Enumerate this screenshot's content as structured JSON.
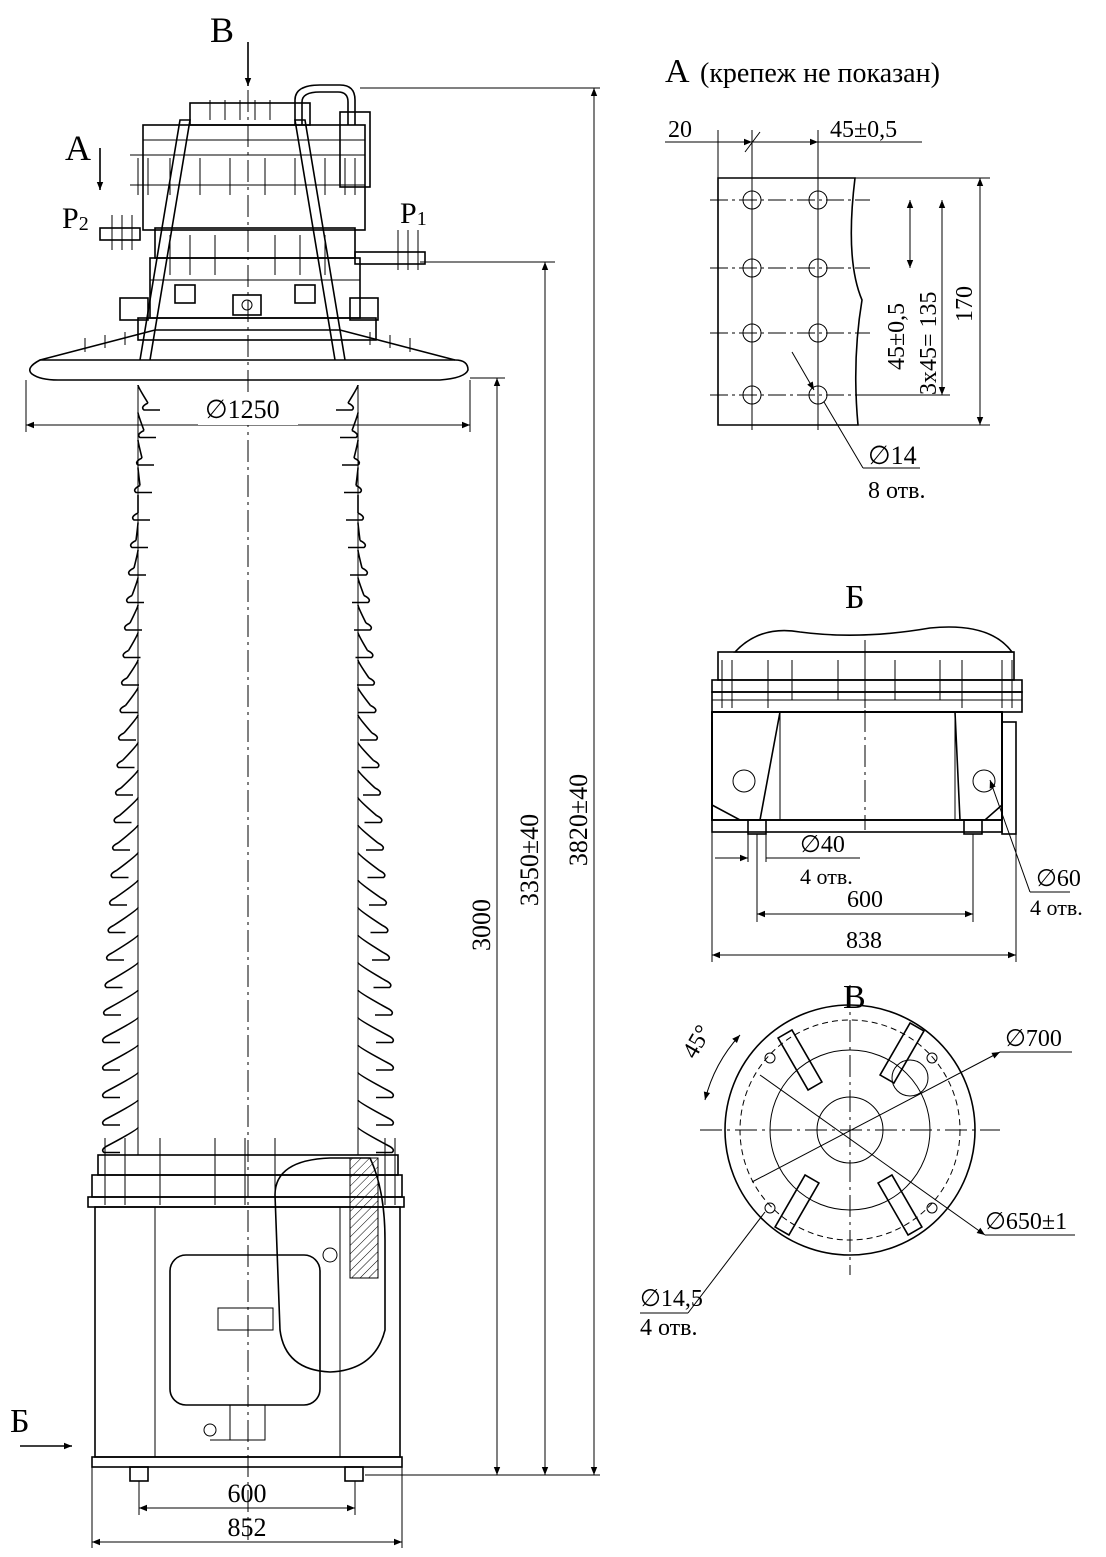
{
  "main_view": {
    "view_b_marker": "В",
    "view_a_marker": "А",
    "view_bb_marker": "Б",
    "p2_label": "Р",
    "p2_sub": "2",
    "p1_label": "Р",
    "p1_sub": "1",
    "dim_d1250": "∅1250",
    "dim_3820": "3820±40",
    "dim_3350": "3350±40",
    "dim_3000": "3000",
    "dim_600": "600",
    "dim_852": "852"
  },
  "view_a": {
    "title": "А",
    "note": "(крепеж не показан)",
    "dim_20": "20",
    "dim_45": "45±0,5",
    "dim_45v": "45±0,5",
    "dim_135": "3х45= 135",
    "dim_170": "170",
    "hole_dia": "∅14",
    "hole_count": "8 отв."
  },
  "view_b": {
    "title": "Б",
    "dim_d60": "∅60",
    "d60_count": "4 отв.",
    "dim_d40": "∅40",
    "d40_count": "4 отв.",
    "dim_600": "600",
    "dim_838": "838"
  },
  "view_v": {
    "title": "В",
    "angle": "45°",
    "dim_700": "∅700",
    "dim_650": "∅650±1",
    "dim_145": "∅14,5",
    "count_145": "4 отв."
  }
}
